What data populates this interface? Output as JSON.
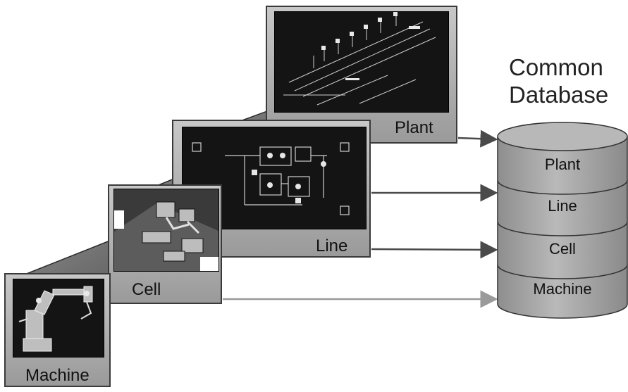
{
  "panels": {
    "plant": "Plant",
    "line": "Line",
    "cell": "Cell",
    "machine": "Machine"
  },
  "database": {
    "title_line1": "Common",
    "title_line2": "Database",
    "layers": [
      "Plant",
      "Line",
      "Cell",
      "Machine"
    ]
  },
  "colors": {
    "arrow_dark": "#4a4a4a",
    "arrow_light": "#9a9a9a",
    "wedge": "#6c6c6c",
    "panel": "#b4b4b4",
    "cylinder": "#a9a9a9"
  }
}
